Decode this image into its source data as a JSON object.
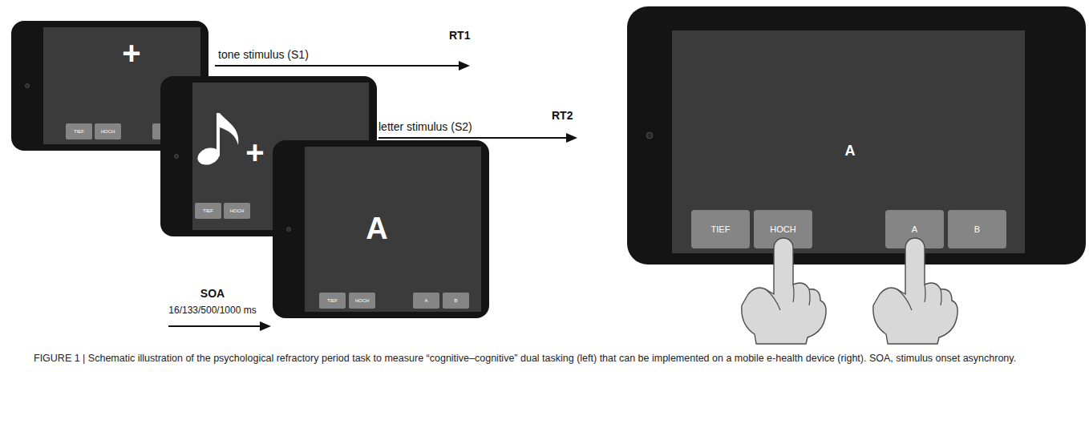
{
  "diagram": {
    "caption": "FIGURE 1 | Schematic illustration of the psychological refractory period task to measure “cognitive–cognitive” dual tasking (left) that can be implemented on a mobile e-health device (right). SOA, stimulus onset asynchrony.",
    "nodes": [
      {
        "text": [
          "+"
        ]
      },
      {
        "text": [
          "TIEF"
        ],
        "in": 0
      },
      {
        "text": [
          "HOCH"
        ],
        "in": 0
      },
      {
        "text": [
          "+"
        ]
      },
      {
        "text": [
          "TIEF"
        ],
        "in": 3
      },
      {
        "text": [
          "HOCH"
        ],
        "in": 3
      },
      {
        "text": [
          "A"
        ]
      },
      {
        "text": [
          "TIEF"
        ],
        "in": 6
      },
      {
        "text": [
          "HOCH"
        ],
        "in": 6
      },
      {
        "text": [
          "A"
        ],
        "in": 6
      },
      {
        "text": [
          "B"
        ],
        "in": 6
      },
      {
        "text": [
          "A"
        ]
      },
      {
        "text": [
          "TIEF"
        ],
        "in": 11
      },
      {
        "text": [
          "HOCH"
        ],
        "in": 11
      },
      {
        "text": [
          "A"
        ],
        "in": 11
      },
      {
        "text": [
          "B"
        ],
        "in": 11
      }
    ],
    "labels": [
      "tone stimulus (S1)",
      "RT1",
      "letter stimulus (S2)",
      "RT2",
      "SOA",
      "16/133/500/1000 ms"
    ]
  }
}
